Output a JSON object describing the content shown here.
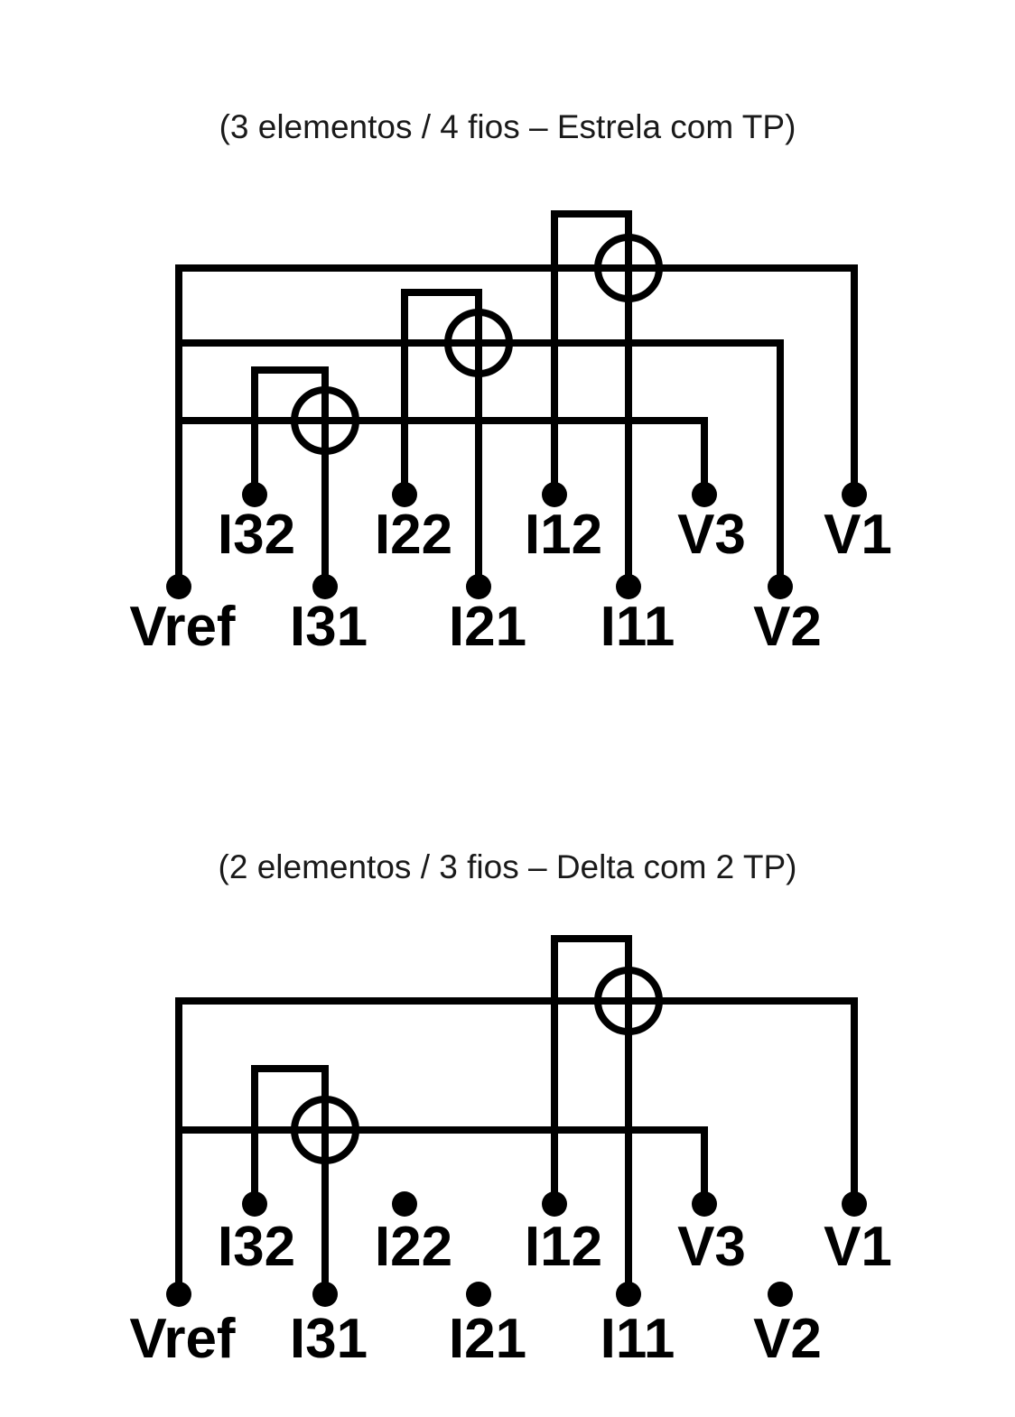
{
  "diagrams": [
    {
      "caption": "(3 elementos / 4 fios – Estrela com TP)",
      "terminals": {
        "I32": "I32",
        "I22": "I22",
        "I12": "I12",
        "V3": "V3",
        "V1": "V1",
        "Vref": "Vref",
        "I31": "I31",
        "I21": "I21",
        "I11": "I11",
        "V2": "V2"
      }
    },
    {
      "caption": "(2 elementos / 3 fios – Delta com 2 TP)",
      "terminals": {
        "I32": "I32",
        "I22": "I22",
        "I12": "I12",
        "V3": "V3",
        "V1": "V1",
        "Vref": "Vref",
        "I31": "I31",
        "I21": "I21",
        "I11": "I11",
        "V2": "V2"
      }
    }
  ]
}
